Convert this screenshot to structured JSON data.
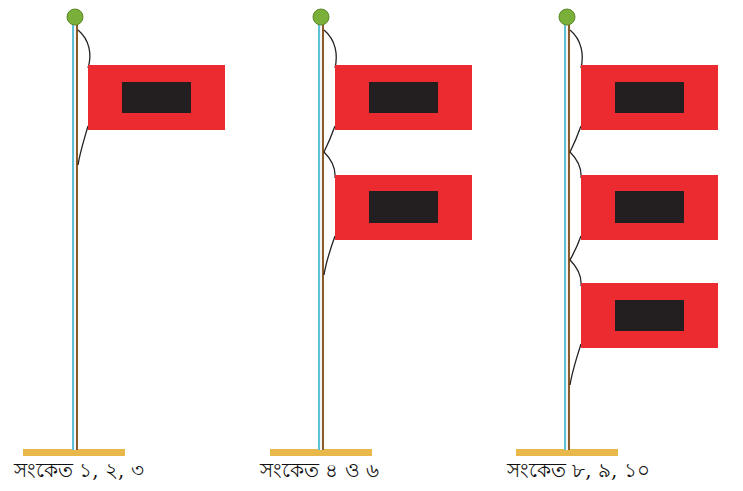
{
  "diagram": {
    "labels": [
      "সংকেত ১, ২, ৩",
      "সংকেত ৪ ও ৬",
      "সংকেত ৮, ৯, ১০"
    ]
  }
}
